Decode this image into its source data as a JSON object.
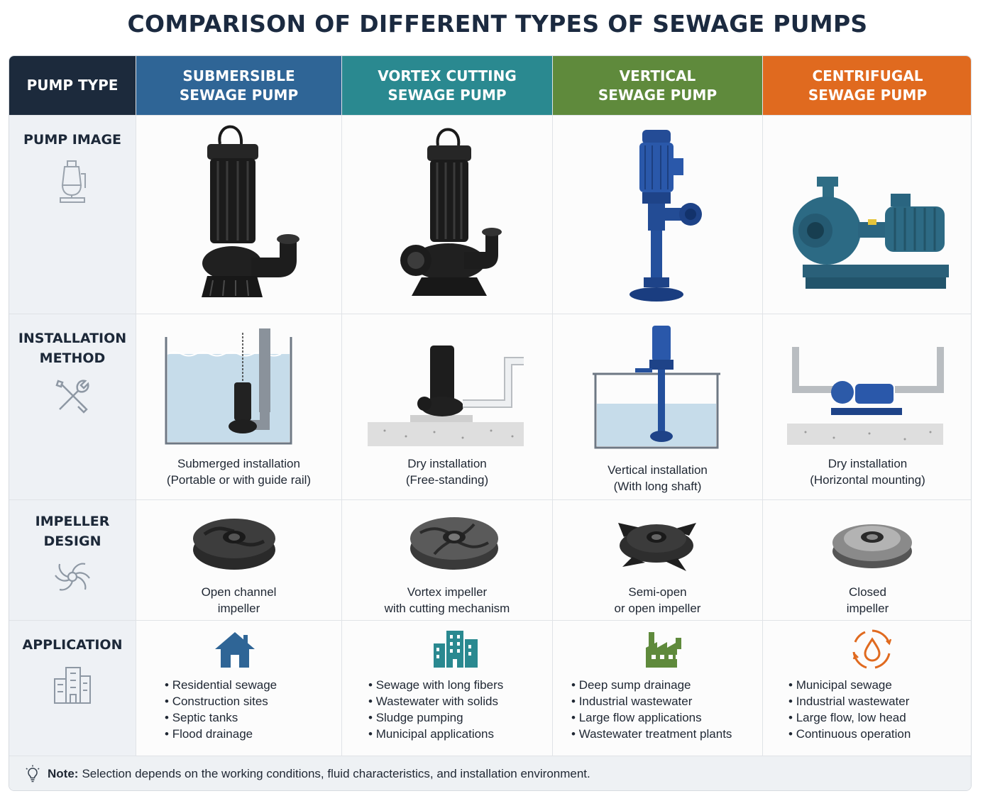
{
  "title": "COMPARISON OF DIFFERENT TYPES OF SEWAGE PUMPS",
  "header": {
    "row_label": "PUMP TYPE",
    "columns": [
      {
        "line1": "SUBMERSIBLE",
        "line2": "SEWAGE PUMP",
        "color": "#2f6596"
      },
      {
        "line1": "VORTEX CUTTING",
        "line2": "SEWAGE PUMP",
        "color": "#2a8990"
      },
      {
        "line1": "VERTICAL",
        "line2": "SEWAGE PUMP",
        "color": "#5f8a3c"
      },
      {
        "line1": "CENTRIFUGAL",
        "line2": "SEWAGE PUMP",
        "color": "#e06a1f"
      }
    ],
    "label_color": "#1c2a3c"
  },
  "rows": {
    "pump_image": {
      "label": "PUMP IMAGE",
      "icon": "pump-outline-icon"
    },
    "installation": {
      "label_line1": "INSTALLATION",
      "label_line2": "METHOD",
      "icon": "tools-icon",
      "captions": [
        {
          "line1": "Submerged installation",
          "line2": "(Portable or with guide rail)"
        },
        {
          "line1": "Dry installation",
          "line2": "(Free-standing)"
        },
        {
          "line1": "Vertical installation",
          "line2": "(With long shaft)"
        },
        {
          "line1": "Dry installation",
          "line2": "(Horizontal mounting)"
        }
      ]
    },
    "impeller": {
      "label_line1": "IMPELLER",
      "label_line2": "DESIGN",
      "icon": "impeller-icon",
      "captions": [
        {
          "line1": "Open channel",
          "line2": "impeller"
        },
        {
          "line1": "Vortex impeller",
          "line2": "with cutting mechanism"
        },
        {
          "line1": "Semi-open",
          "line2": "or open impeller"
        },
        {
          "line1": "Closed",
          "line2": "impeller"
        }
      ]
    },
    "application": {
      "label": "APPLICATION",
      "icon": "buildings-icon",
      "columns": [
        {
          "icon": "house-icon",
          "items": [
            "Residential sewage",
            "Construction sites",
            "Septic tanks",
            "Flood drainage"
          ]
        },
        {
          "icon": "city-buildings-icon",
          "items": [
            "Sewage with long fibers",
            "Wastewater with solids",
            "Sludge pumping",
            "Municipal applications"
          ]
        },
        {
          "icon": "factory-icon",
          "items": [
            "Deep sump drainage",
            "Industrial wastewater",
            "Large flow applications",
            "Wastewater treatment plants"
          ]
        },
        {
          "icon": "water-cycle-icon",
          "items": [
            "Municipal sewage",
            "Industrial wastewater",
            "Large flow, low head",
            "Continuous operation"
          ]
        }
      ]
    }
  },
  "note": {
    "label": "Note:",
    "text": "Selection depends on the working conditions, fluid characteristics, and installation environment.",
    "icon": "lightbulb-icon"
  }
}
